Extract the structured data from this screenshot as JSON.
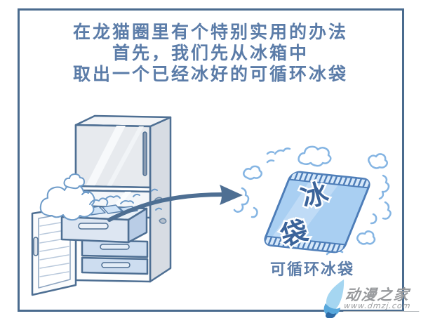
{
  "header": {
    "line1": "在龙猫圈里有个特别实用的办法",
    "line2": "首先，我们先从冰箱中",
    "line3": "取出一个已经冰好的可循环冰袋"
  },
  "illustration": {
    "icepack_label_chars": [
      "冰",
      "袋"
    ],
    "icepack_caption": "可循环冰袋"
  },
  "watermark": {
    "site_name": "动漫之家",
    "site_url": "www.dmzj.com"
  },
  "colors": {
    "frame_border": "#4a6b8e",
    "caption_text_blue": "#5b7ca8",
    "outline_blue": "#4e6f93",
    "fridge_side_gray": "#d7dce3",
    "drawer_blue": "#cdddf0",
    "icepack_fill": "#a9cff2",
    "icepack_text_blue": "#3a639a",
    "steam_outline": "#6f9cc9",
    "cloud_outline": "#85b5e3",
    "watermark_gray": "#97999c",
    "logo_light_blue": "#a5d6f1",
    "logo_mid_blue": "#58a8dc",
    "logo_dark_blue": "#2e6ba6"
  }
}
